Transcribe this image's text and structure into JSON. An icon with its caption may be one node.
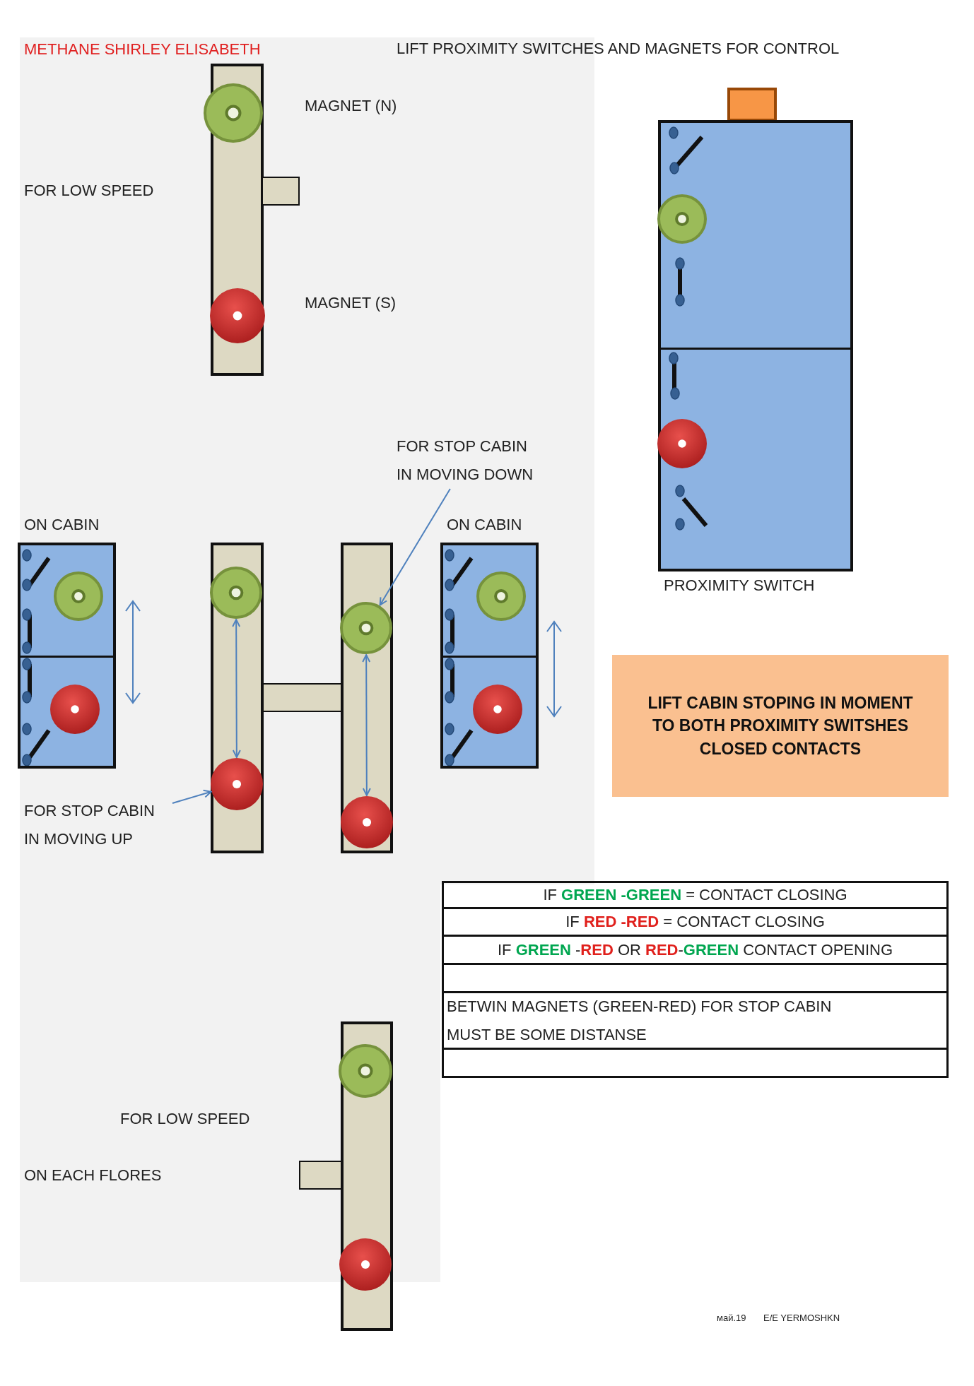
{
  "diagram": {
    "title": "LIFT PROXIMITY SWITCHES AND MAGNETS FOR CONTROL",
    "nodes": [
      {
        "text": [
          "PROXIMITY SWITCH"
        ]
      },
      {
        "text": [
          "FOR STOP CABIN IN MOVING DOWN"
        ]
      },
      {
        "text": [
          "ON CABIN"
        ]
      },
      {
        "text": [],
        "shape": "circle"
      },
      {
        "text": [],
        "shape": "circle"
      },
      {
        "text": [
          "ON CABIN"
        ]
      },
      {
        "text": [
          "LIFT CABIN STOPING IN MOMENT TO BOTH PROXIMITY SWITSHES CLOSED CONTACTS"
        ]
      },
      {
        "text": [],
        "shape": "circle"
      },
      {
        "text": [],
        "shape": "circle"
      },
      {
        "text": [
          "FOR STOP CABIN IN MOVING UP"
        ]
      },
      {
        "text": [],
        "shape": "bar"
      }
    ],
    "edges": [
      {
        "from": 1,
        "to": 4,
        "arrow": "to"
      },
      {
        "from": 9,
        "to": 7,
        "arrow": "to"
      },
      {
        "from": 3,
        "to": 7,
        "arrow": "both"
      },
      {
        "from": 4,
        "to": 8,
        "arrow": "both"
      }
    ],
    "labels": [
      "METHANE SHIRLEY ELISABETH",
      "MAGNET (N)",
      "FOR LOW SPEED",
      "MAGNET (S)",
      "IF **GREEN -GREEN** = CONTACT CLOSING",
      "IF **RED -RED** = CONTACT CLOSING",
      "IF **GREEN** -**RED** OR **RED**-**GREEN** CONTACT OPENING",
      "BETWIN MAGNETS (GREEN-RED) FOR STOP CABIN MUST BE SOME DISTANSE",
      "FOR LOW SPEED",
      "ON EACH FLORES",
      "май.19",
      "E/E YERMOSHKN"
    ]
  }
}
